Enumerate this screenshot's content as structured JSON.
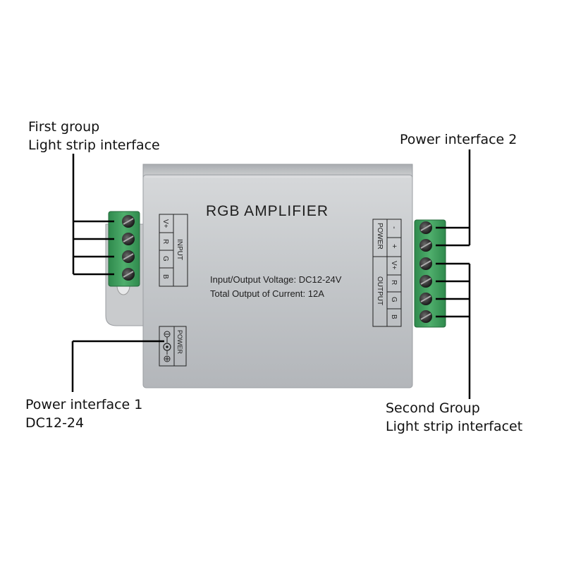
{
  "callouts": {
    "first_group": {
      "line1": "First group",
      "line2": "Light strip interface"
    },
    "power_interface_2": {
      "line1": "Power interface 2"
    },
    "power_interface_1": {
      "line1": "Power interface 1",
      "line2": "DC12-24"
    },
    "second_group": {
      "line1": "Second Group",
      "line2": "Light strip interfacet"
    }
  },
  "device": {
    "title": "RGB AMPLIFIER",
    "spec_voltage": "Input/Output Voltage: DC12-24V",
    "spec_current": "Total Output of Current: 12A",
    "input_header": "INPUT",
    "input_pins": [
      "V+",
      "R",
      "G",
      "B"
    ],
    "power_label": "POWER",
    "power_pins": [
      "+",
      "-"
    ],
    "output_header": "OUTPUT",
    "output_pins": [
      "V+",
      "R",
      "G",
      "B"
    ],
    "dc_jack_label": "POWER"
  },
  "colors": {
    "body": "#bfc2c5",
    "terminal": "#3f9c5d",
    "line": "#000000"
  }
}
